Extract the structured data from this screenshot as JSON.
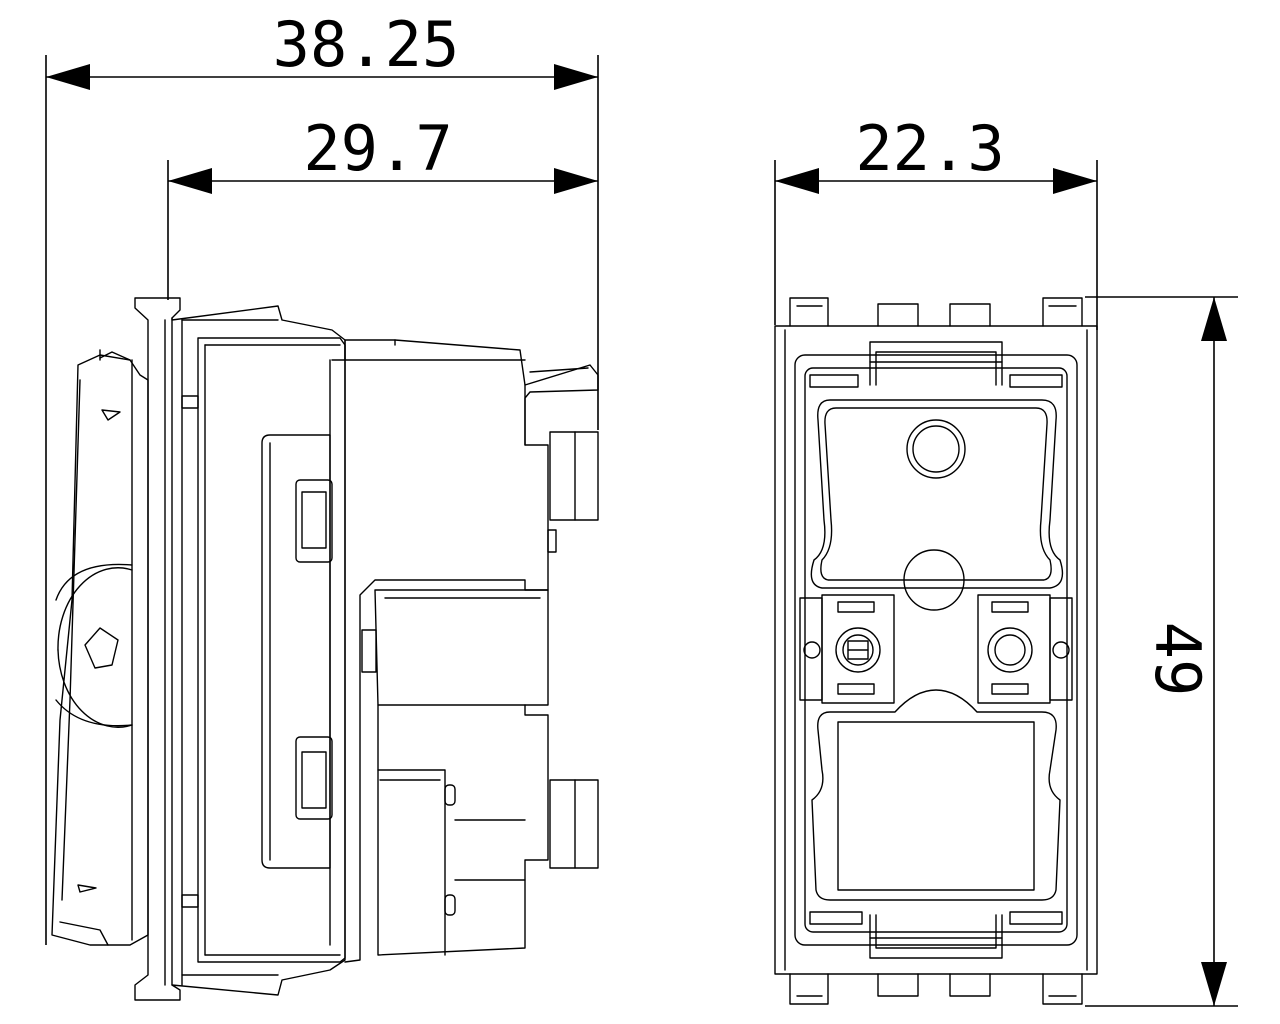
{
  "drawing": {
    "dimensions": {
      "overall_depth": "38.25",
      "body_depth": "29.7",
      "width": "22.3",
      "height": "49"
    },
    "line_color": "#000000",
    "background": "#ffffff"
  }
}
